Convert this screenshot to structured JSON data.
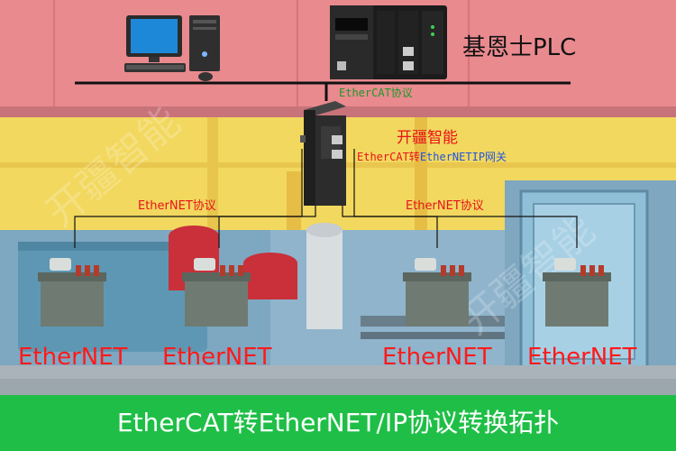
{
  "plc_label": "基恩士PLC",
  "ethercat_protocol": "EtherCAT协议",
  "gateway_brand": "开疆智能",
  "gateway_name_part1": "EtherCAT转",
  "gateway_name_part2": "EtherNETIP网关",
  "ethernet_protocol_left": "EtherNET协议",
  "ethernet_protocol_right": "EtherNET协议",
  "devices": [
    {
      "label": "EtherNET"
    },
    {
      "label": "EtherNET"
    },
    {
      "label": "EtherNET"
    },
    {
      "label": "EtherNET"
    }
  ],
  "watermark": "开疆智能",
  "footer_title": "EtherCAT转EtherNET/IP协议转换拓扑",
  "colors": {
    "footer_bg": "#1fbf47",
    "red_text": "#e8121a",
    "blue_text": "#2255dd",
    "green_text": "#1a9a2a"
  }
}
